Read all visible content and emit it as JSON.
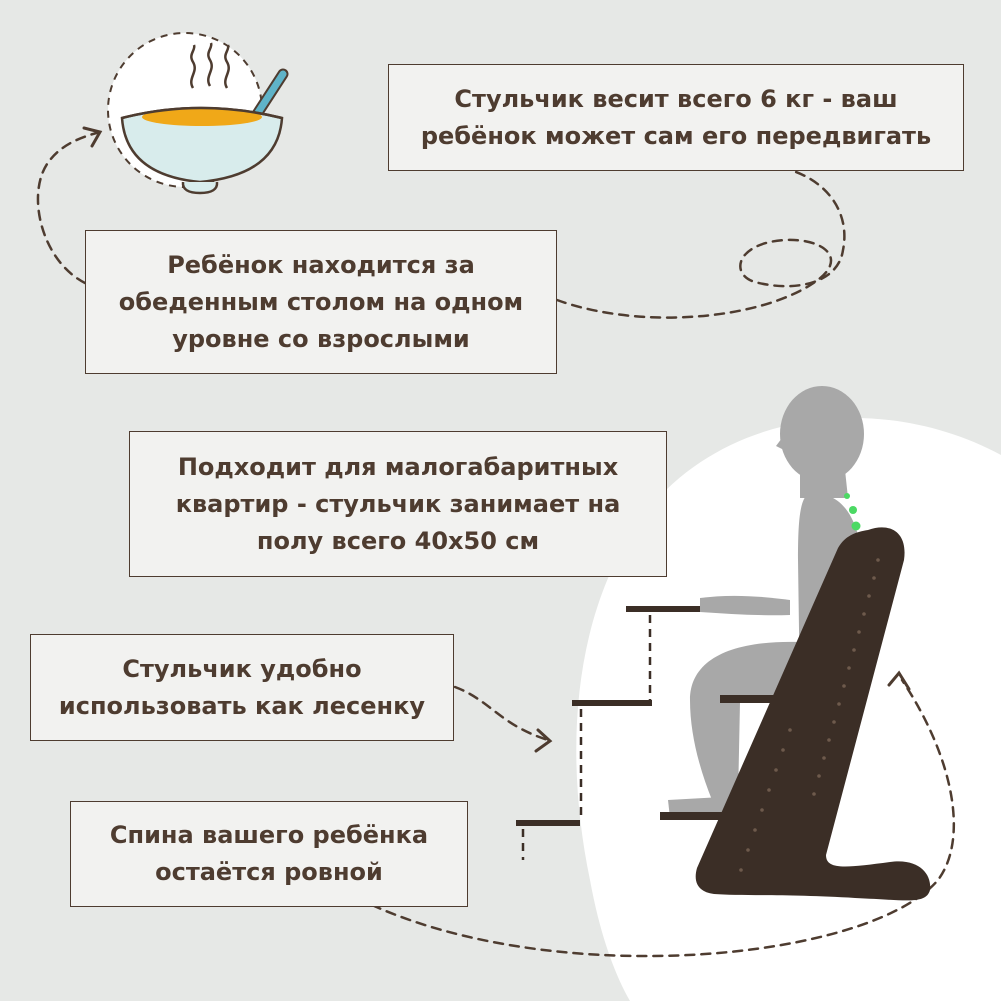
{
  "callouts": {
    "weight": "Стульчик весит всего 6 кг - ваш\nребёнок может сам его передвигать",
    "table": "Ребёнок находится за\nобеденным столом на одном\nуровне со взрослыми",
    "compact": "Подходит для малогабаритных\nквартир - стульчик занимает на\nполу всего 40х50 см",
    "ladder": "Стульчик удобно\nиспользовать как лесенку",
    "back": "Спина вашего ребёнка\nостаётся ровной"
  },
  "colors": {
    "background": "#e6e8e6",
    "box_fill": "#f2f2f0",
    "text": "#4e3c30",
    "chair_wood": "#3b2e26",
    "child_silhouette": "#a8a8a8",
    "spine_dots": "#4cd964",
    "bowl": "#d8ecec",
    "soup": "#f0a818",
    "spoon": "#5fb3c8"
  },
  "icons": [
    "soup-bowl-icon",
    "arrow-icon"
  ]
}
